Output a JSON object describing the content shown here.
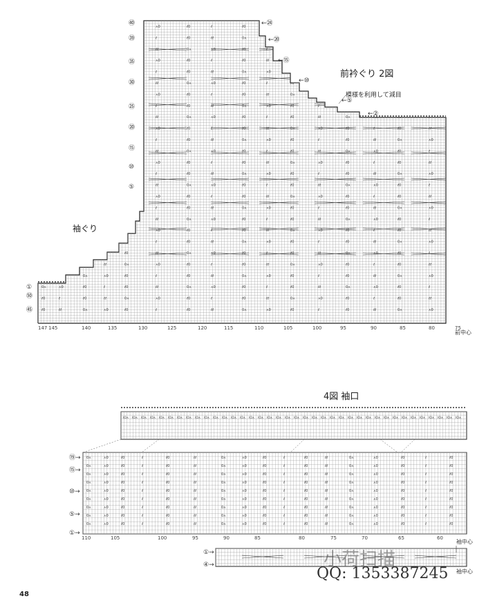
{
  "chart1": {
    "title": "前衿ぐり 2図",
    "sleeve_label": "袖ぐり",
    "note": "模様を利用して減目",
    "bottom_ticks": [
      "147",
      "145",
      "140",
      "135",
      "130",
      "125",
      "120",
      "115",
      "110",
      "105",
      "100",
      "95",
      "90",
      "85",
      "80",
      "75"
    ],
    "center_label": "前中心",
    "right_markers": [
      "㉔",
      "⑳",
      "⑮",
      "⑩",
      "⑤",
      "②"
    ],
    "left_markers": [
      "①",
      "㊿",
      "㊺",
      "㊵",
      "㊴",
      "㉟",
      "㉚",
      "㉕",
      "⑳",
      "⑮",
      "⑩",
      "⑤"
    ]
  },
  "chart2": {
    "title": "4図 袖口",
    "left_markers": [
      "⑲",
      "⑮",
      "⑩",
      "⑤",
      "①"
    ],
    "bottom_ticks": [
      "110",
      "105",
      "100",
      "95",
      "90",
      "85",
      "80",
      "75",
      "70",
      "65",
      "60"
    ],
    "center_label": "袖中心",
    "strip_markers": [
      "①",
      "④"
    ],
    "strip_center_label": "袖中心"
  },
  "watermark": {
    "text": "小荷扫描",
    "qq": "QQ: 1353387245"
  },
  "page_number": "48"
}
